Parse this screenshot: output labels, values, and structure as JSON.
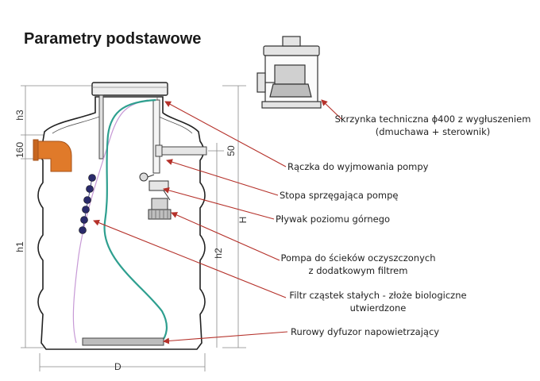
{
  "title": "Parametry podstawowe",
  "callouts": {
    "box": [
      "Skrzynka techniczna ϕ400 z wygłuszeniem",
      "(dmuchawa + sterownik)"
    ],
    "handle": "Rączka do wyjmowania pompy",
    "foot": "Stopa sprzęgająca pompę",
    "float": "Pływak poziomu górnego",
    "pump": [
      "Pompa do ścieków oczyszczonych",
      "z dodatkowym filtrem"
    ],
    "filter": [
      "Filtr cząstek stałych - złoże biologiczne",
      "utwierdzone"
    ],
    "diffuser": "Rurowy dyfuzor napowietrzający"
  },
  "dimensions": {
    "h3": "h3",
    "d160": "160",
    "h1": "h1",
    "d50": "50",
    "h2": "h2",
    "H": "H",
    "D": "D"
  },
  "colors": {
    "arrow": "#b5312a",
    "outline": "#222222",
    "inlet": "#e07a2a",
    "media": "#2a2a6a",
    "aeration_hose": "#2e9f8f",
    "air_line": "#c79ad6",
    "dim_line": "#888888"
  }
}
